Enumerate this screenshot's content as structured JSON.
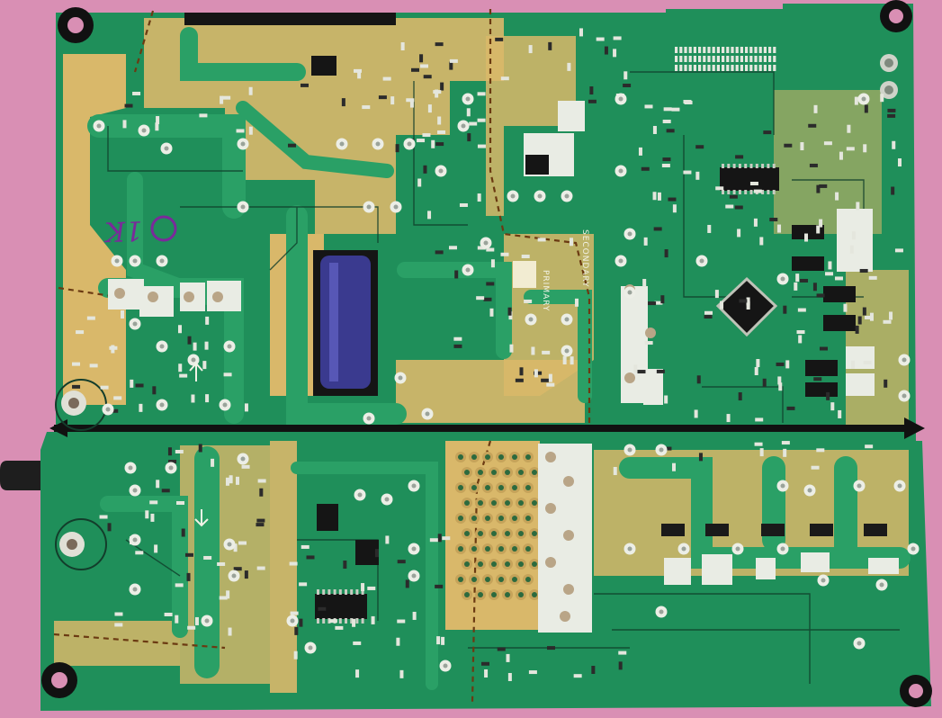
{
  "photo": {
    "subject": "pcb",
    "colors": {
      "background": "#d98fb4",
      "solder_mask": "#1f8f5a",
      "bare_board": "#d9b86a",
      "pad": "#e9ece4",
      "silkscreen": "#f2f2e6",
      "trace_line": "#0f3d2a",
      "capacitor": "#3a3a8f",
      "ink_mark": "#7a2a9a"
    }
  },
  "board_text": {
    "primary_label": "PRIMARY",
    "secondary_label": "SECONDARY",
    "handwritten_mark": "1K"
  }
}
